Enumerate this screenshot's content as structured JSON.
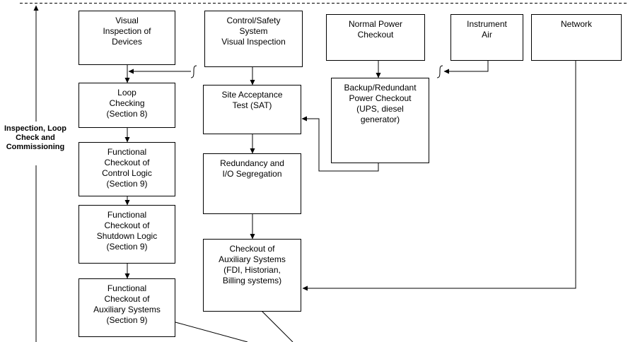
{
  "phase": {
    "label_lines": [
      "Inspection, Loop",
      "Check and",
      "Commissioning"
    ]
  },
  "boxes": {
    "visual_inspection": [
      "Visual",
      "Inspection of",
      "Devices"
    ],
    "control_safety_inspection": [
      "Control/Safety",
      "System",
      "Visual Inspection"
    ],
    "normal_power": [
      "Normal Power",
      "Checkout"
    ],
    "instrument_air": [
      "Instrument",
      "Air"
    ],
    "network": [
      "Network"
    ],
    "loop_checking": [
      "Loop",
      "Checking",
      "(Section 8)"
    ],
    "site_acceptance_test": [
      "Site Acceptance",
      "Test (SAT)"
    ],
    "backup_power": [
      "Backup/Redundant",
      "Power Checkout",
      "(UPS, diesel",
      "generator)"
    ],
    "functional_control_logic": [
      "Functional",
      "Checkout of",
      "Control Logic",
      "(Section 9)"
    ],
    "redundancy_io": [
      "Redundancy and",
      "I/O Segregation"
    ],
    "functional_shutdown_logic": [
      "Functional",
      "Checkout of",
      "Shutdown Logic",
      "(Section 9)"
    ],
    "auxiliary_systems_checkout": [
      "Checkout of",
      "Auxiliary Systems",
      "(FDI, Historian,",
      "Billing systems)"
    ],
    "functional_auxiliary_systems": [
      "Functional",
      "Checkout of",
      "Auxiliary Systems",
      "(Section 9)"
    ]
  },
  "colors": {
    "line": "#000000",
    "background": "#ffffff"
  }
}
